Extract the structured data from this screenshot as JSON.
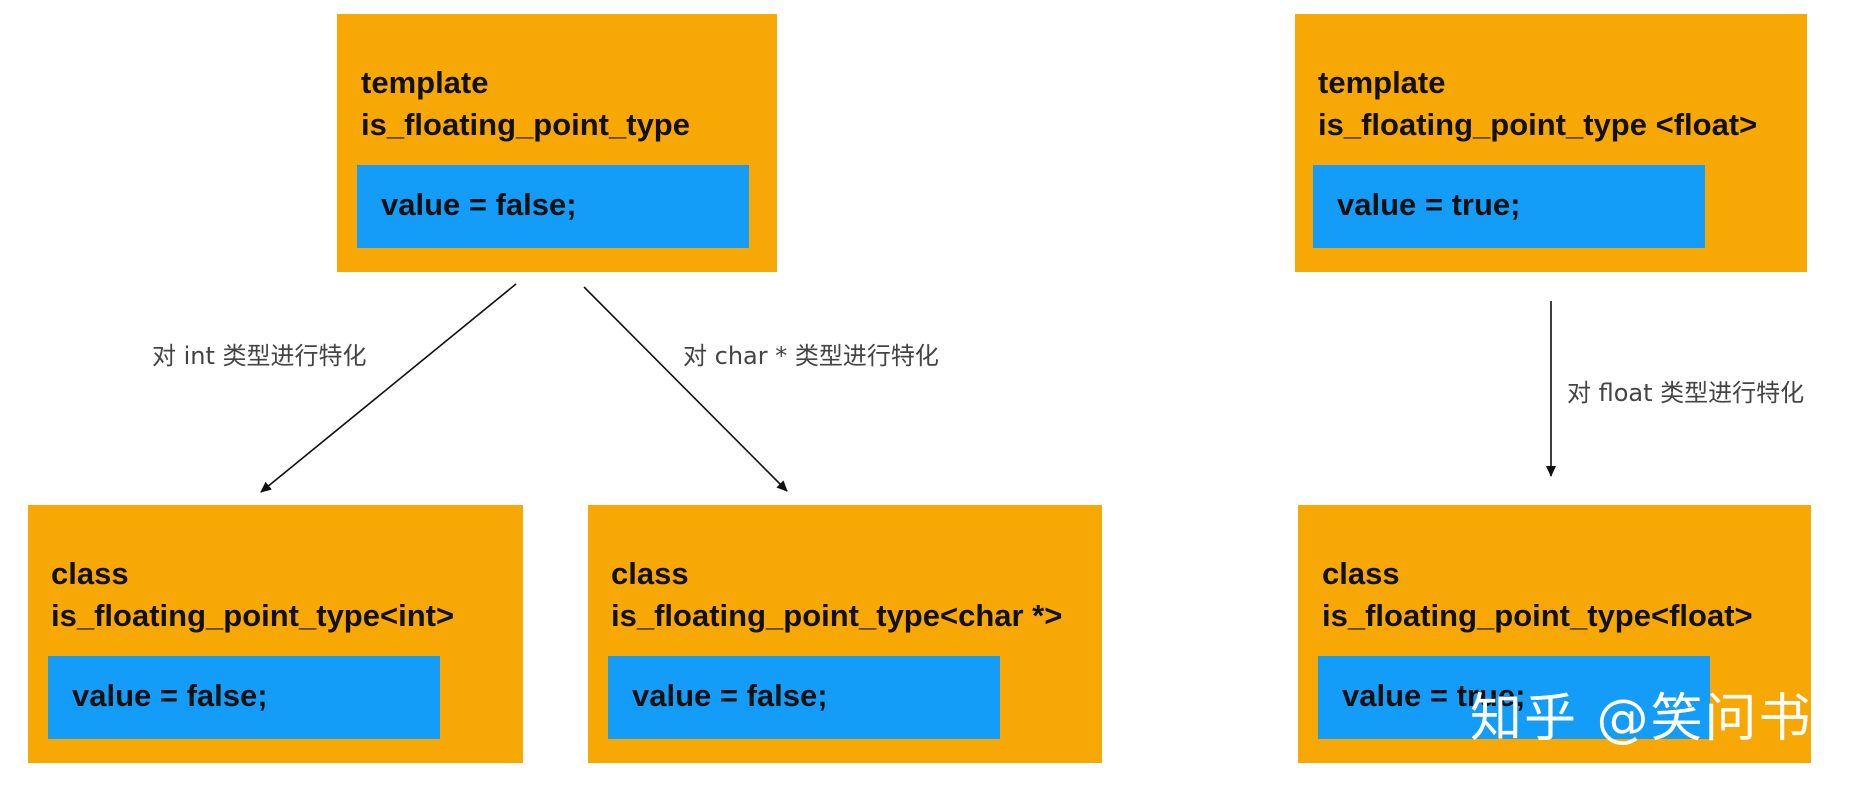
{
  "colors": {
    "box_fill": "#f8a805",
    "inner_fill": "#149cf9",
    "text": "#111111",
    "edge_label": "#444444",
    "arrow": "#111111"
  },
  "nodes": {
    "primary_template": {
      "line1": "template",
      "line2": "is_floating_point_type",
      "value": "value = false;"
    },
    "int_specialization": {
      "line1": "class",
      "line2": "is_floating_point_type<int>",
      "value": "value = false;"
    },
    "char_ptr_specialization": {
      "line1": "class",
      "line2": "is_floating_point_type<char *>",
      "value": "value = false;"
    },
    "float_template": {
      "line1": "template",
      "line2": "is_floating_point_type <float>",
      "value": "value = true;"
    },
    "float_class": {
      "line1": "class",
      "line2": "is_floating_point_type<float>",
      "value": "value = true;"
    }
  },
  "edges": {
    "int_label": "对 int 类型进行特化",
    "char_ptr_label": "对 char * 类型进行特化",
    "float_label": "对 float 类型进行特化"
  },
  "watermark": "知乎 @笑问书"
}
